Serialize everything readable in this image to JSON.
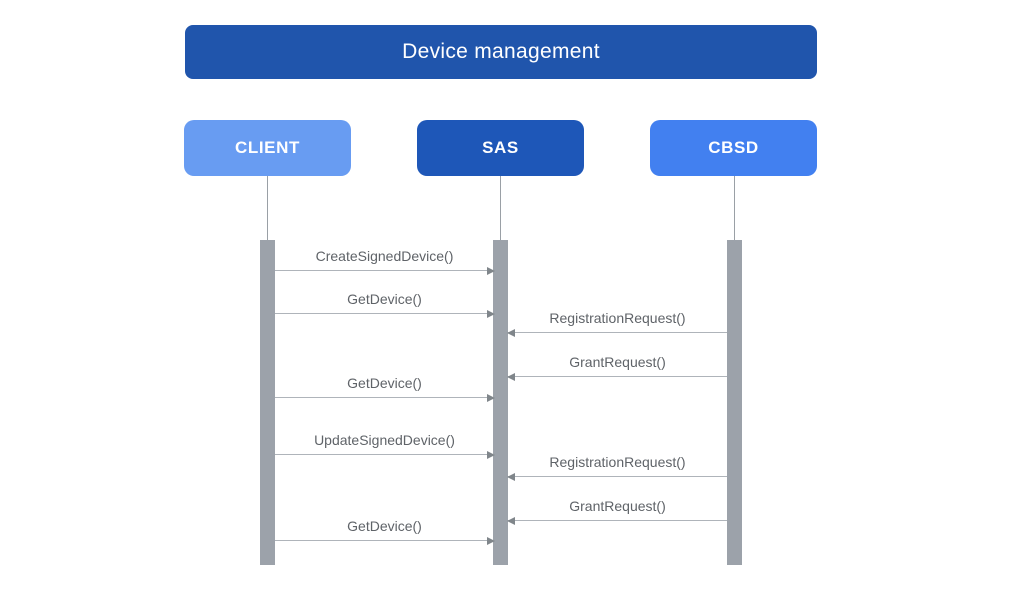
{
  "diagram": {
    "type": "sequence",
    "title": "Device management",
    "actors": [
      {
        "id": "client",
        "label": "CLIENT",
        "color": "#689CF2"
      },
      {
        "id": "sas",
        "label": "SAS",
        "color": "#1E57B8"
      },
      {
        "id": "cbsd",
        "label": "CBSD",
        "color": "#4280F0"
      }
    ],
    "messages": [
      {
        "label": "CreateSignedDevice()",
        "from": "CLIENT",
        "to": "SAS"
      },
      {
        "label": "GetDevice()",
        "from": "CLIENT",
        "to": "SAS"
      },
      {
        "label": "RegistrationRequest()",
        "from": "CBSD",
        "to": "SAS"
      },
      {
        "label": "GrantRequest()",
        "from": "CBSD",
        "to": "SAS"
      },
      {
        "label": "GetDevice()",
        "from": "CLIENT",
        "to": "SAS"
      },
      {
        "label": "UpdateSignedDevice()",
        "from": "CLIENT",
        "to": "SAS"
      },
      {
        "label": "RegistrationRequest()",
        "from": "CBSD",
        "to": "SAS"
      },
      {
        "label": "GrantRequest()",
        "from": "CBSD",
        "to": "SAS"
      },
      {
        "label": "GetDevice()",
        "from": "CLIENT",
        "to": "SAS"
      }
    ],
    "colors": {
      "title_bg": "#2055AC",
      "title_text": "#FFFFFF",
      "lifeline": "#9AA0A6",
      "activation_bar": "#9CA2AA",
      "message_line": "#AFB4BA",
      "arrowhead": "#80868B",
      "message_text": "#5F6368",
      "background": "#FFFFFF"
    }
  }
}
